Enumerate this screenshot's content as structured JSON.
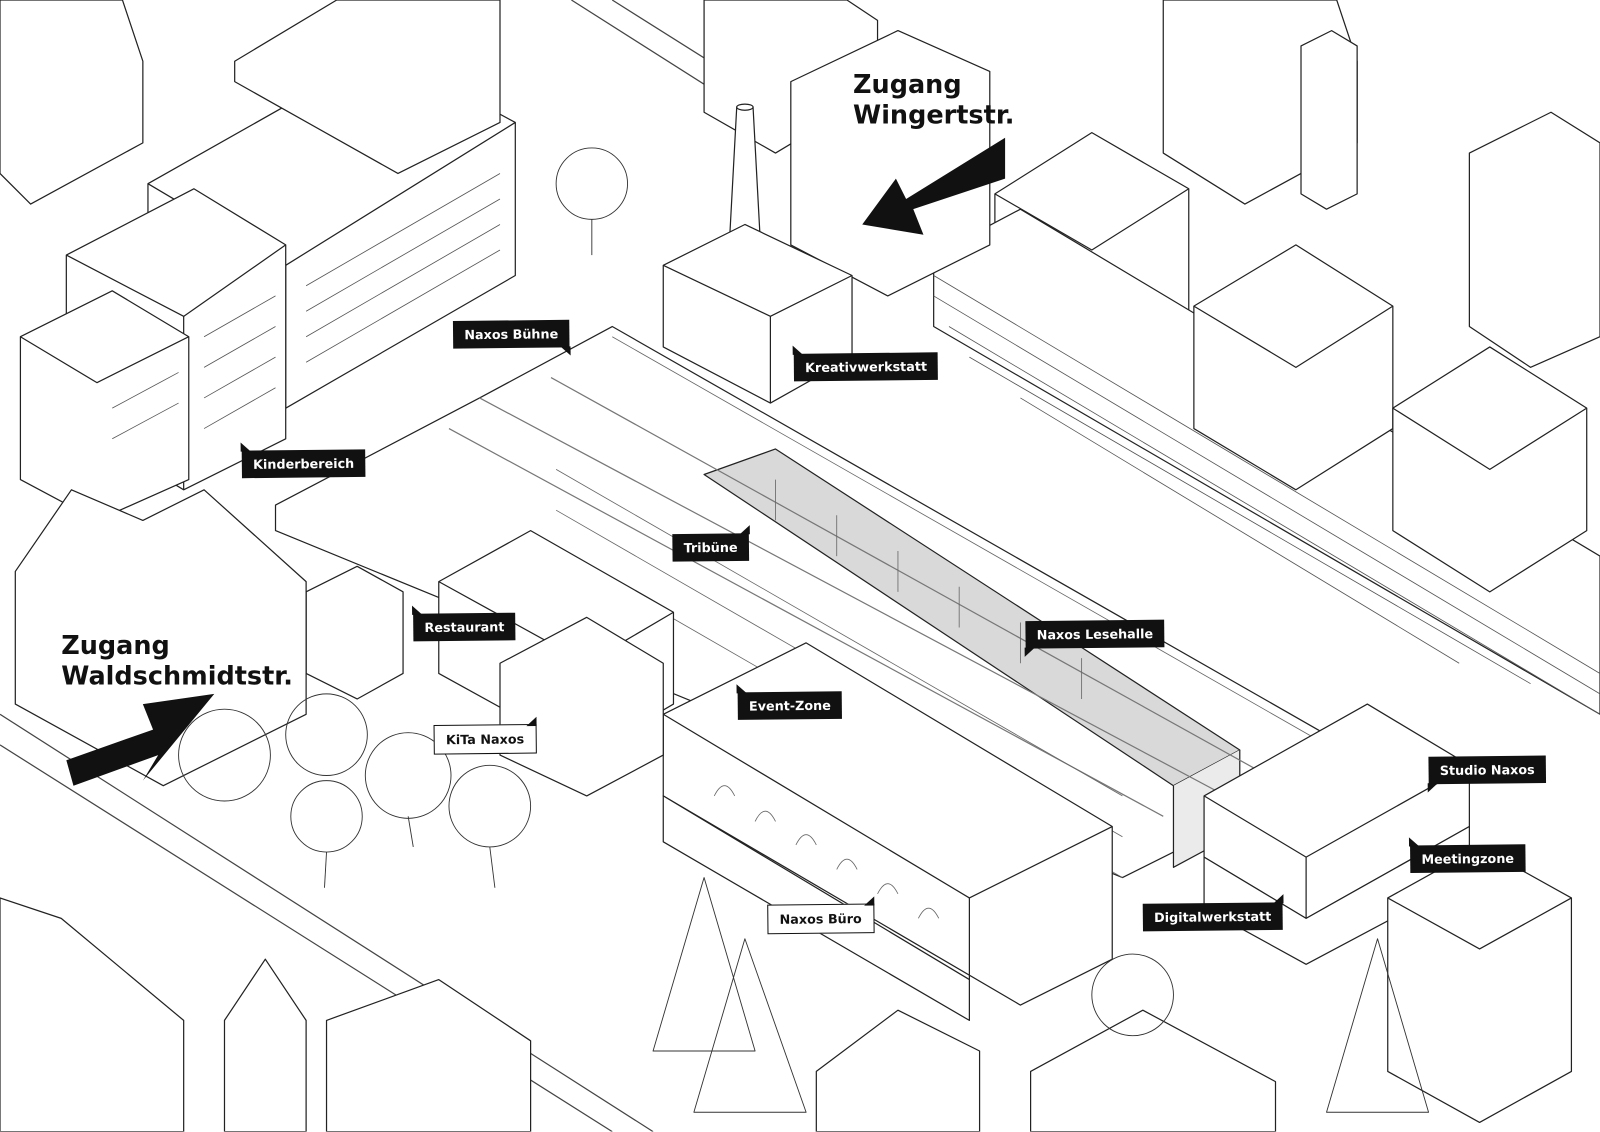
{
  "access_points": [
    {
      "line1": "Zugang",
      "line2": "Wingertstr."
    },
    {
      "line1": "Zugang",
      "line2": "Waldschmidtstr."
    }
  ],
  "labels": [
    {
      "text": "Naxos Bühne",
      "style": "dark"
    },
    {
      "text": "Kreativwerkstatt",
      "style": "dark"
    },
    {
      "text": "Kinderbereich",
      "style": "dark"
    },
    {
      "text": "Tribüne",
      "style": "dark"
    },
    {
      "text": "Restaurant",
      "style": "dark"
    },
    {
      "text": "Naxos Lesehalle",
      "style": "dark"
    },
    {
      "text": "Event-Zone",
      "style": "dark"
    },
    {
      "text": "KiTa Naxos",
      "style": "light"
    },
    {
      "text": "Studio Naxos",
      "style": "dark"
    },
    {
      "text": "Meetingzone",
      "style": "dark"
    },
    {
      "text": "Naxos Büro",
      "style": "light"
    },
    {
      "text": "Digitalwerkstatt",
      "style": "dark"
    }
  ],
  "colors": {
    "line": "#222222",
    "hall_roof": "#d9d9d9",
    "label_bg": "#111111"
  }
}
